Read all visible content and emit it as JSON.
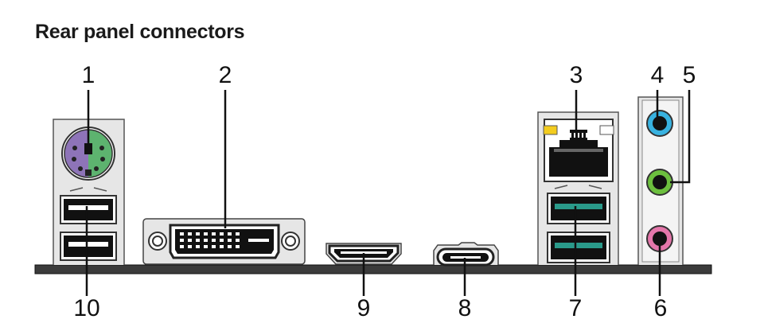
{
  "title": "Rear panel connectors",
  "labels": {
    "n1": "1",
    "n2": "2",
    "n3": "3",
    "n4": "4",
    "n5": "5",
    "n6": "6",
    "n7": "7",
    "n8": "8",
    "n9": "9",
    "n10": "10"
  },
  "colors": {
    "ps2_keyboard": "#8e74b8",
    "ps2_mouse": "#5db36f",
    "lan_led_left": "#f3cc1e",
    "usb3_insert": "#2a9a8a",
    "audio_line_in": "#38b2e0",
    "audio_line_out": "#6cbf3e",
    "audio_mic": "#e476aa",
    "panel_fill": "#e6e6e6",
    "baseline": "#3b3b3b"
  }
}
